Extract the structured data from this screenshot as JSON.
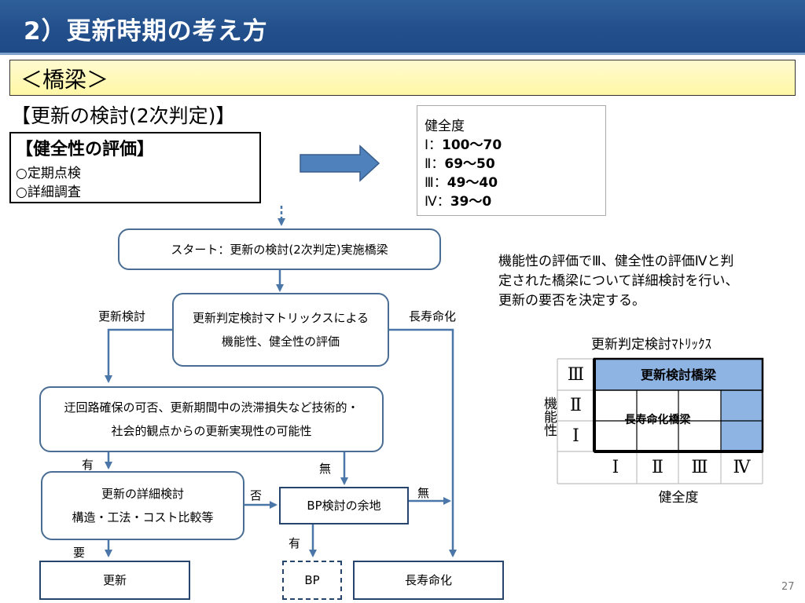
{
  "header": {
    "title": "2）更新時期の考え方"
  },
  "band": {
    "label": "＜橋梁＞"
  },
  "subheading": "【更新の検討(2次判定)】",
  "evaluation": {
    "title": "【健全性の評価】",
    "items": [
      "○定期点検",
      "○詳細調査"
    ]
  },
  "health": {
    "title": "健全度",
    "rows": [
      {
        "grade": "Ⅰ：",
        "range": "100～70"
      },
      {
        "grade": "Ⅱ：",
        "range": "69～50"
      },
      {
        "grade": "Ⅲ：",
        "range": "49～40"
      },
      {
        "grade": "Ⅳ：",
        "range": "39～0"
      }
    ]
  },
  "note": {
    "lines": [
      "機能性の評価でⅢ、健全性の評価Ⅳと判",
      "定された橋梁について詳細検討を行い、",
      "更新の要否を決定する。"
    ]
  },
  "flow": {
    "start": "スタート：更新の検討(2次判定)実施橋梁",
    "matrix_eval": [
      "更新判定検討マトリックスによる",
      "機能性、健全性の評価"
    ],
    "label_update_study": "更新検討",
    "label_long_life": "長寿命化",
    "feasibility": [
      "迂回路確保の可否、更新期間中の渋滞損失など技術的・",
      "社会的観点からの更新実現性の可能性"
    ],
    "label_yes1": "有",
    "label_no1": "無",
    "detail_study": [
      "更新の詳細検討",
      "構造・工法・コスト比較等"
    ],
    "label_reject": "否",
    "bp_room": "BP検討の余地",
    "label_no2": "無",
    "label_yes2": "有",
    "label_need": "要",
    "end_update": "更新",
    "end_bp": "BP",
    "end_long_life": "長寿命化"
  },
  "matrix": {
    "title": "更新判定検討ﾏﾄﾘｯｸｽ",
    "y_axis": "機能性",
    "x_axis": "健全度",
    "row_labels": [
      "Ⅲ",
      "Ⅱ",
      "Ⅰ"
    ],
    "col_labels": [
      "Ⅰ",
      "Ⅱ",
      "Ⅲ",
      "Ⅳ"
    ],
    "update_label": "更新検討橋梁",
    "long_life_label": "長寿命化橋梁",
    "colors": {
      "update": "#8eb4e3",
      "border": "#000000",
      "grid": "#bfbfbf"
    }
  },
  "page_number": "27"
}
